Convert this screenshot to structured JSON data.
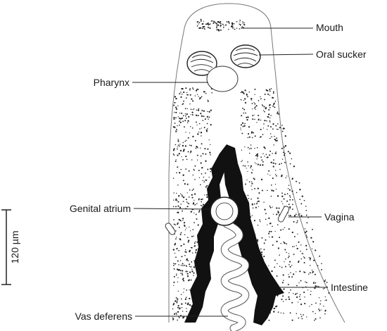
{
  "labels": {
    "mouth": "Mouth",
    "oral_sucker": "Oral sucker",
    "pharynx": "Pharynx",
    "genital_atrium": "Genital atrium",
    "vagina": "Vagina",
    "intestine": "Intestine",
    "vas_deferens": "Vas deferens"
  },
  "scale_bar": {
    "label": "120 µm"
  },
  "colors": {
    "ink": "#1a1a1a",
    "outline": "#555555",
    "background": "#ffffff"
  }
}
